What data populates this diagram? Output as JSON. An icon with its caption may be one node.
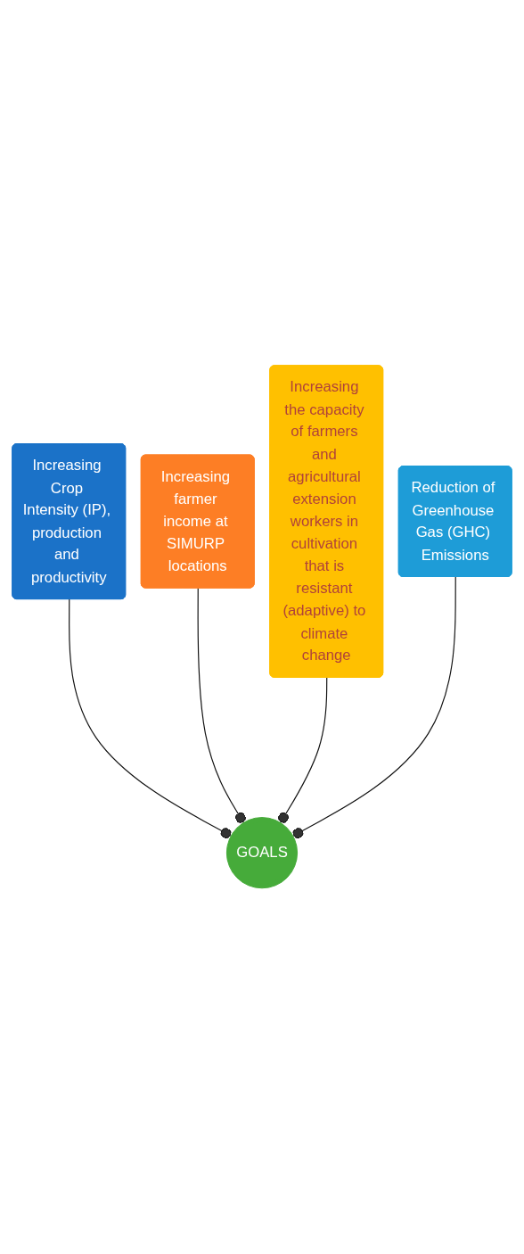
{
  "diagram": {
    "nodes": [
      {
        "text": [
          "Increasing Crop Intensity (IP), production and productivity"
        ]
      },
      {
        "text": [
          "Increasing farmer income at SIMURP locations"
        ]
      },
      {
        "text": [
          "Increasing the capacity of farmers and agricultural extension workers in cultivation that is resistant (adaptive) to climate change"
        ]
      },
      {
        "text": [
          "Reduction of Greenhouse Gas (GHC) Emissions"
        ]
      },
      {
        "text": [
          "GOALS"
        ]
      }
    ],
    "edges": [
      {
        "from": 0,
        "to": 4,
        "arrow": "other"
      },
      {
        "from": 1,
        "to": 4,
        "arrow": "other"
      },
      {
        "from": 2,
        "to": 4,
        "arrow": "other"
      },
      {
        "from": 3,
        "to": 4,
        "arrow": "other"
      }
    ]
  }
}
